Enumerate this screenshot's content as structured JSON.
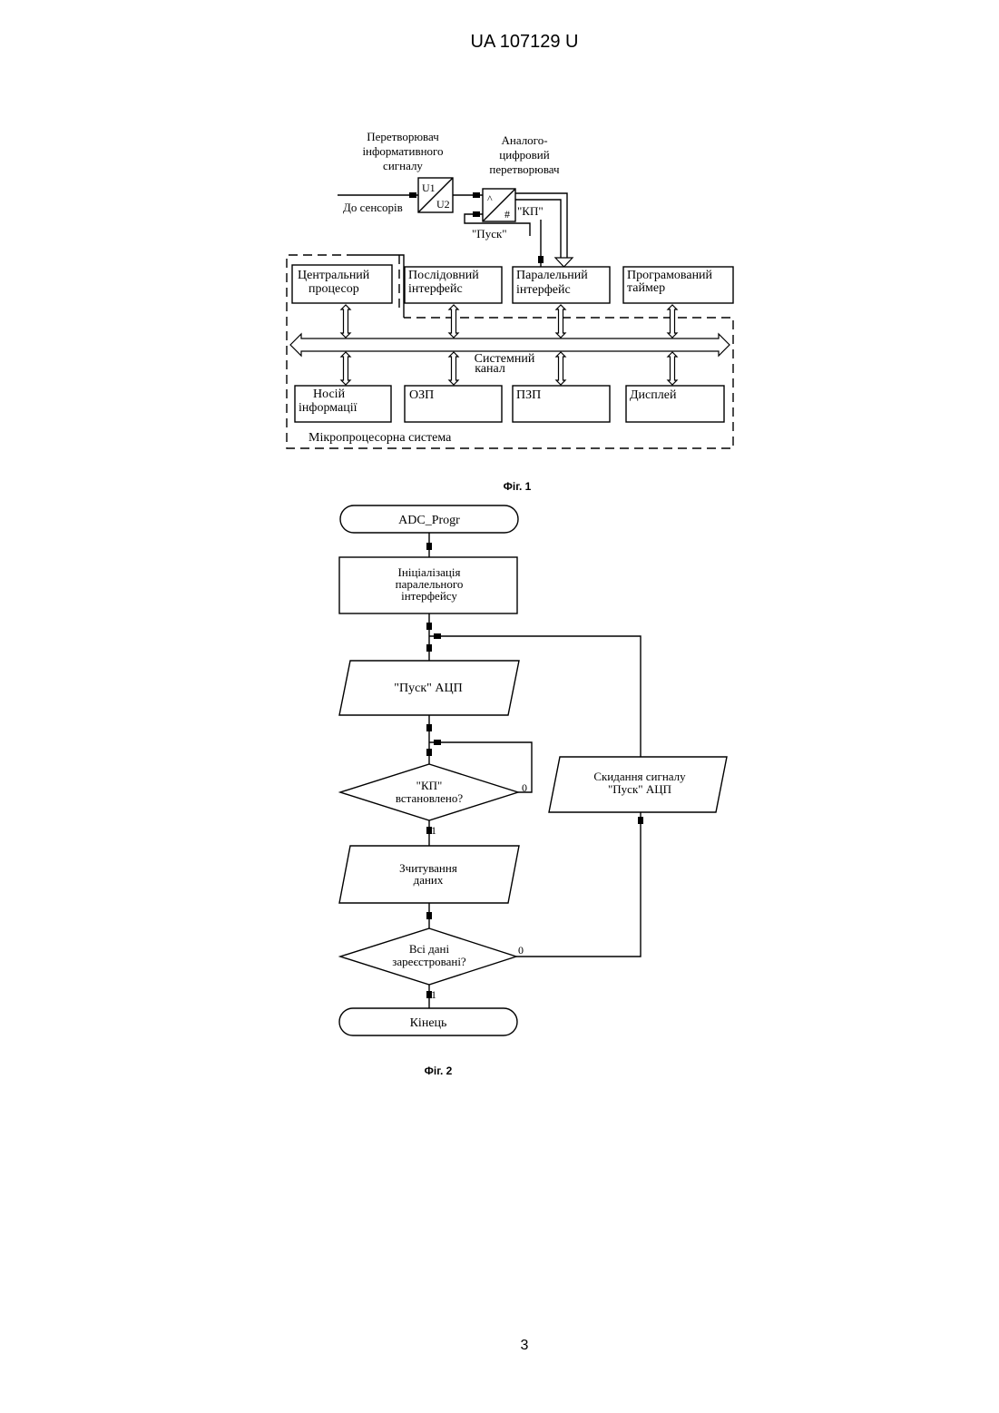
{
  "header": {
    "patent_number": "UA   107129   U"
  },
  "figure1": {
    "converter_label": [
      "Перетворювач",
      "інформативного",
      "сигналу"
    ],
    "converter_u1": "U1",
    "converter_u2": "U2",
    "adc_label": [
      "Аналого-",
      "цифровий",
      "перетворювач"
    ],
    "adc_symbol_hash": "#",
    "to_sensors": "До сенсорів",
    "kp_signal": "\"КП\"",
    "start_signal": "\"Пуск\"",
    "cpu": [
      "Центральний",
      "процесор"
    ],
    "serial_interface": [
      "Послідовний",
      "інтерфейс"
    ],
    "parallel_interface": [
      "Паралельний",
      "інтерфейс"
    ],
    "prog_timer": [
      "Програмований",
      "таймер"
    ],
    "system_channel": [
      "Системний",
      "канал"
    ],
    "storage": [
      "Носій",
      "інформації"
    ],
    "ram": "ОЗП",
    "rom": "ПЗП",
    "display": "Дисплей",
    "microprocessor_system": "Мікропроцесорна система",
    "caption": "Фіг. 1"
  },
  "figure2": {
    "start": "ADC_Progr",
    "init": [
      "Ініціалізація",
      "паралельного",
      "інтерфейсу"
    ],
    "start_adc": "\"Пуск\" АЦП",
    "kp_check": [
      "\"КП\"",
      "встановлено?"
    ],
    "read_data": [
      "Зчитування",
      "даних"
    ],
    "all_data_check": [
      "Всі дані",
      "зареєстровані?"
    ],
    "end": "Кінець",
    "reset_signal": [
      "Скидання сигналу",
      "\"Пуск\" АЦП"
    ],
    "label_zero": "0",
    "label_one": "1",
    "caption": "Фіг. 2"
  },
  "footer": {
    "page_number": "3"
  }
}
